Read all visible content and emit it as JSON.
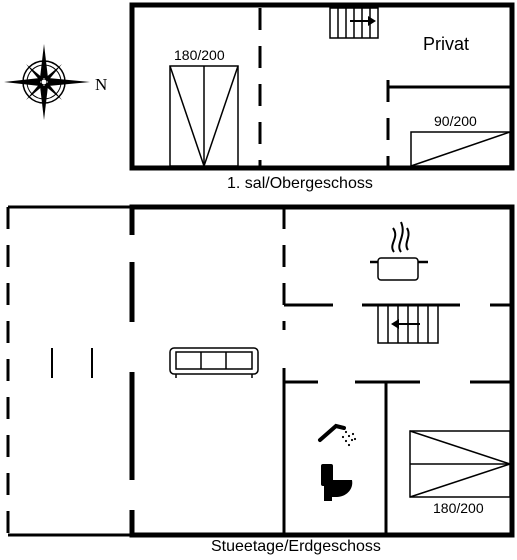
{
  "upper_floor": {
    "caption": "1. sal/Obergeschoss",
    "room_label": "Privat",
    "double_bed_size": "180/200",
    "single_bed_size": "90/200"
  },
  "ground_floor": {
    "caption": "Stueetage/Erdgeschoss",
    "double_bed_size": "180/200"
  },
  "compass": {
    "north_label": "N"
  }
}
